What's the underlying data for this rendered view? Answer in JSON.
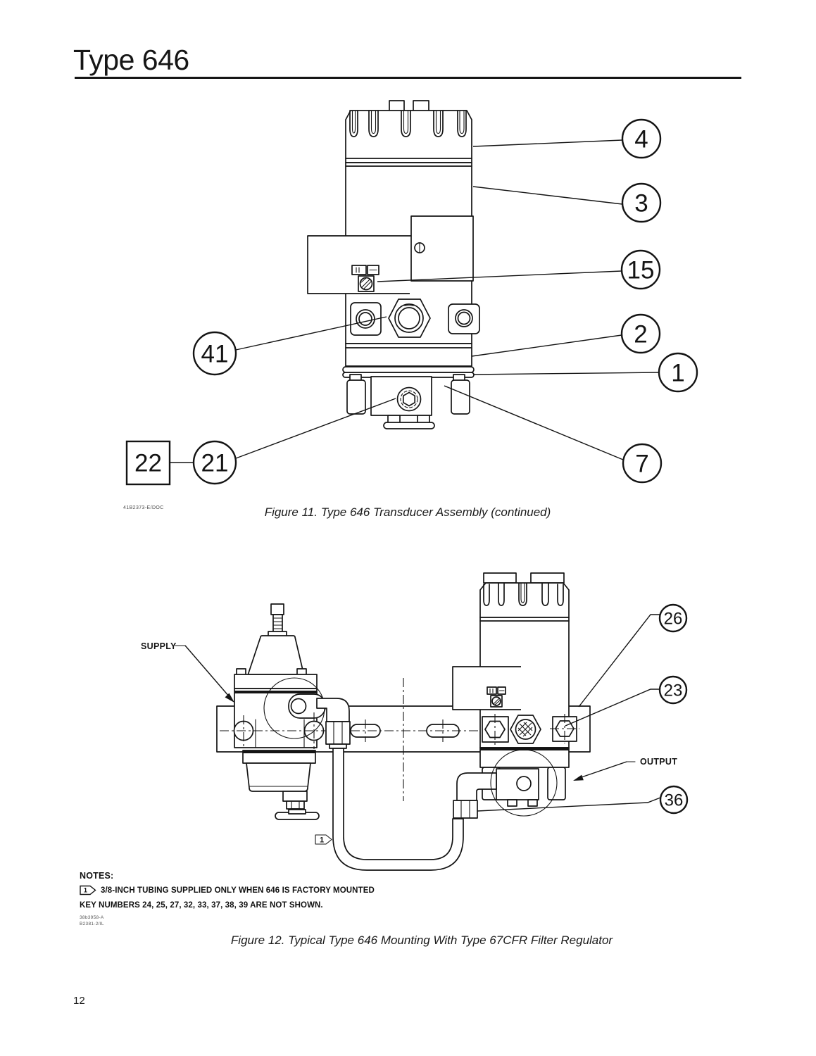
{
  "page": {
    "title": "Type 646",
    "number": "12"
  },
  "figure11": {
    "doc_code": "41B2373-E/DOC",
    "caption": "Figure 11. Type 646 Transducer Assembly (continued)",
    "callouts": {
      "c4": "4",
      "c3": "3",
      "c15": "15",
      "c2": "2",
      "c1": "1",
      "c41": "41",
      "c22": "22",
      "c21": "21",
      "c7": "7"
    }
  },
  "figure12": {
    "caption": "Figure 12. Typical Type 646 Mounting With Type 67CFR Filter Regulator",
    "supply_label": "SUPPLY",
    "output_label": "OUTPUT",
    "tubing_flag": "1",
    "callouts": {
      "c26": "26",
      "c23": "23",
      "c36": "36"
    },
    "drawing_codes": [
      "38b3958-A",
      "B2381-2/IL"
    ]
  },
  "notes": {
    "heading": "NOTES:",
    "flag1": "1",
    "note1": "3/8-INCH TUBING SUPPLIED ONLY WHEN 646 IS FACTORY MOUNTED",
    "note2": "KEY NUMBERS 24, 25, 27, 32, 33, 37, 38, 39 ARE NOT SHOWN."
  }
}
